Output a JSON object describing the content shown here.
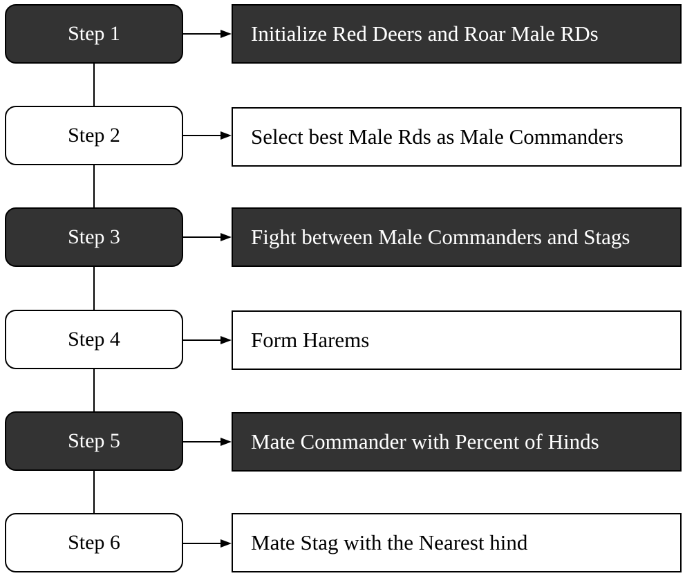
{
  "steps": [
    {
      "label": "Step 1",
      "description": "Initialize Red Deers and Roar Male RDs",
      "style": "dark"
    },
    {
      "label": "Step 2",
      "description": "Select best Male Rds as Male Commanders",
      "style": "light"
    },
    {
      "label": "Step 3",
      "description": "Fight between Male Commanders and Stags",
      "style": "dark"
    },
    {
      "label": "Step 4",
      "description": "Form Harems",
      "style": "light"
    },
    {
      "label": "Step 5",
      "description": "Mate Commander with Percent of Hinds",
      "style": "dark"
    },
    {
      "label": "Step 6",
      "description": "Mate Stag with the Nearest hind",
      "style": "light"
    }
  ],
  "colors": {
    "dark_fill": "#333333",
    "light_fill": "#ffffff",
    "border": "#000000"
  }
}
